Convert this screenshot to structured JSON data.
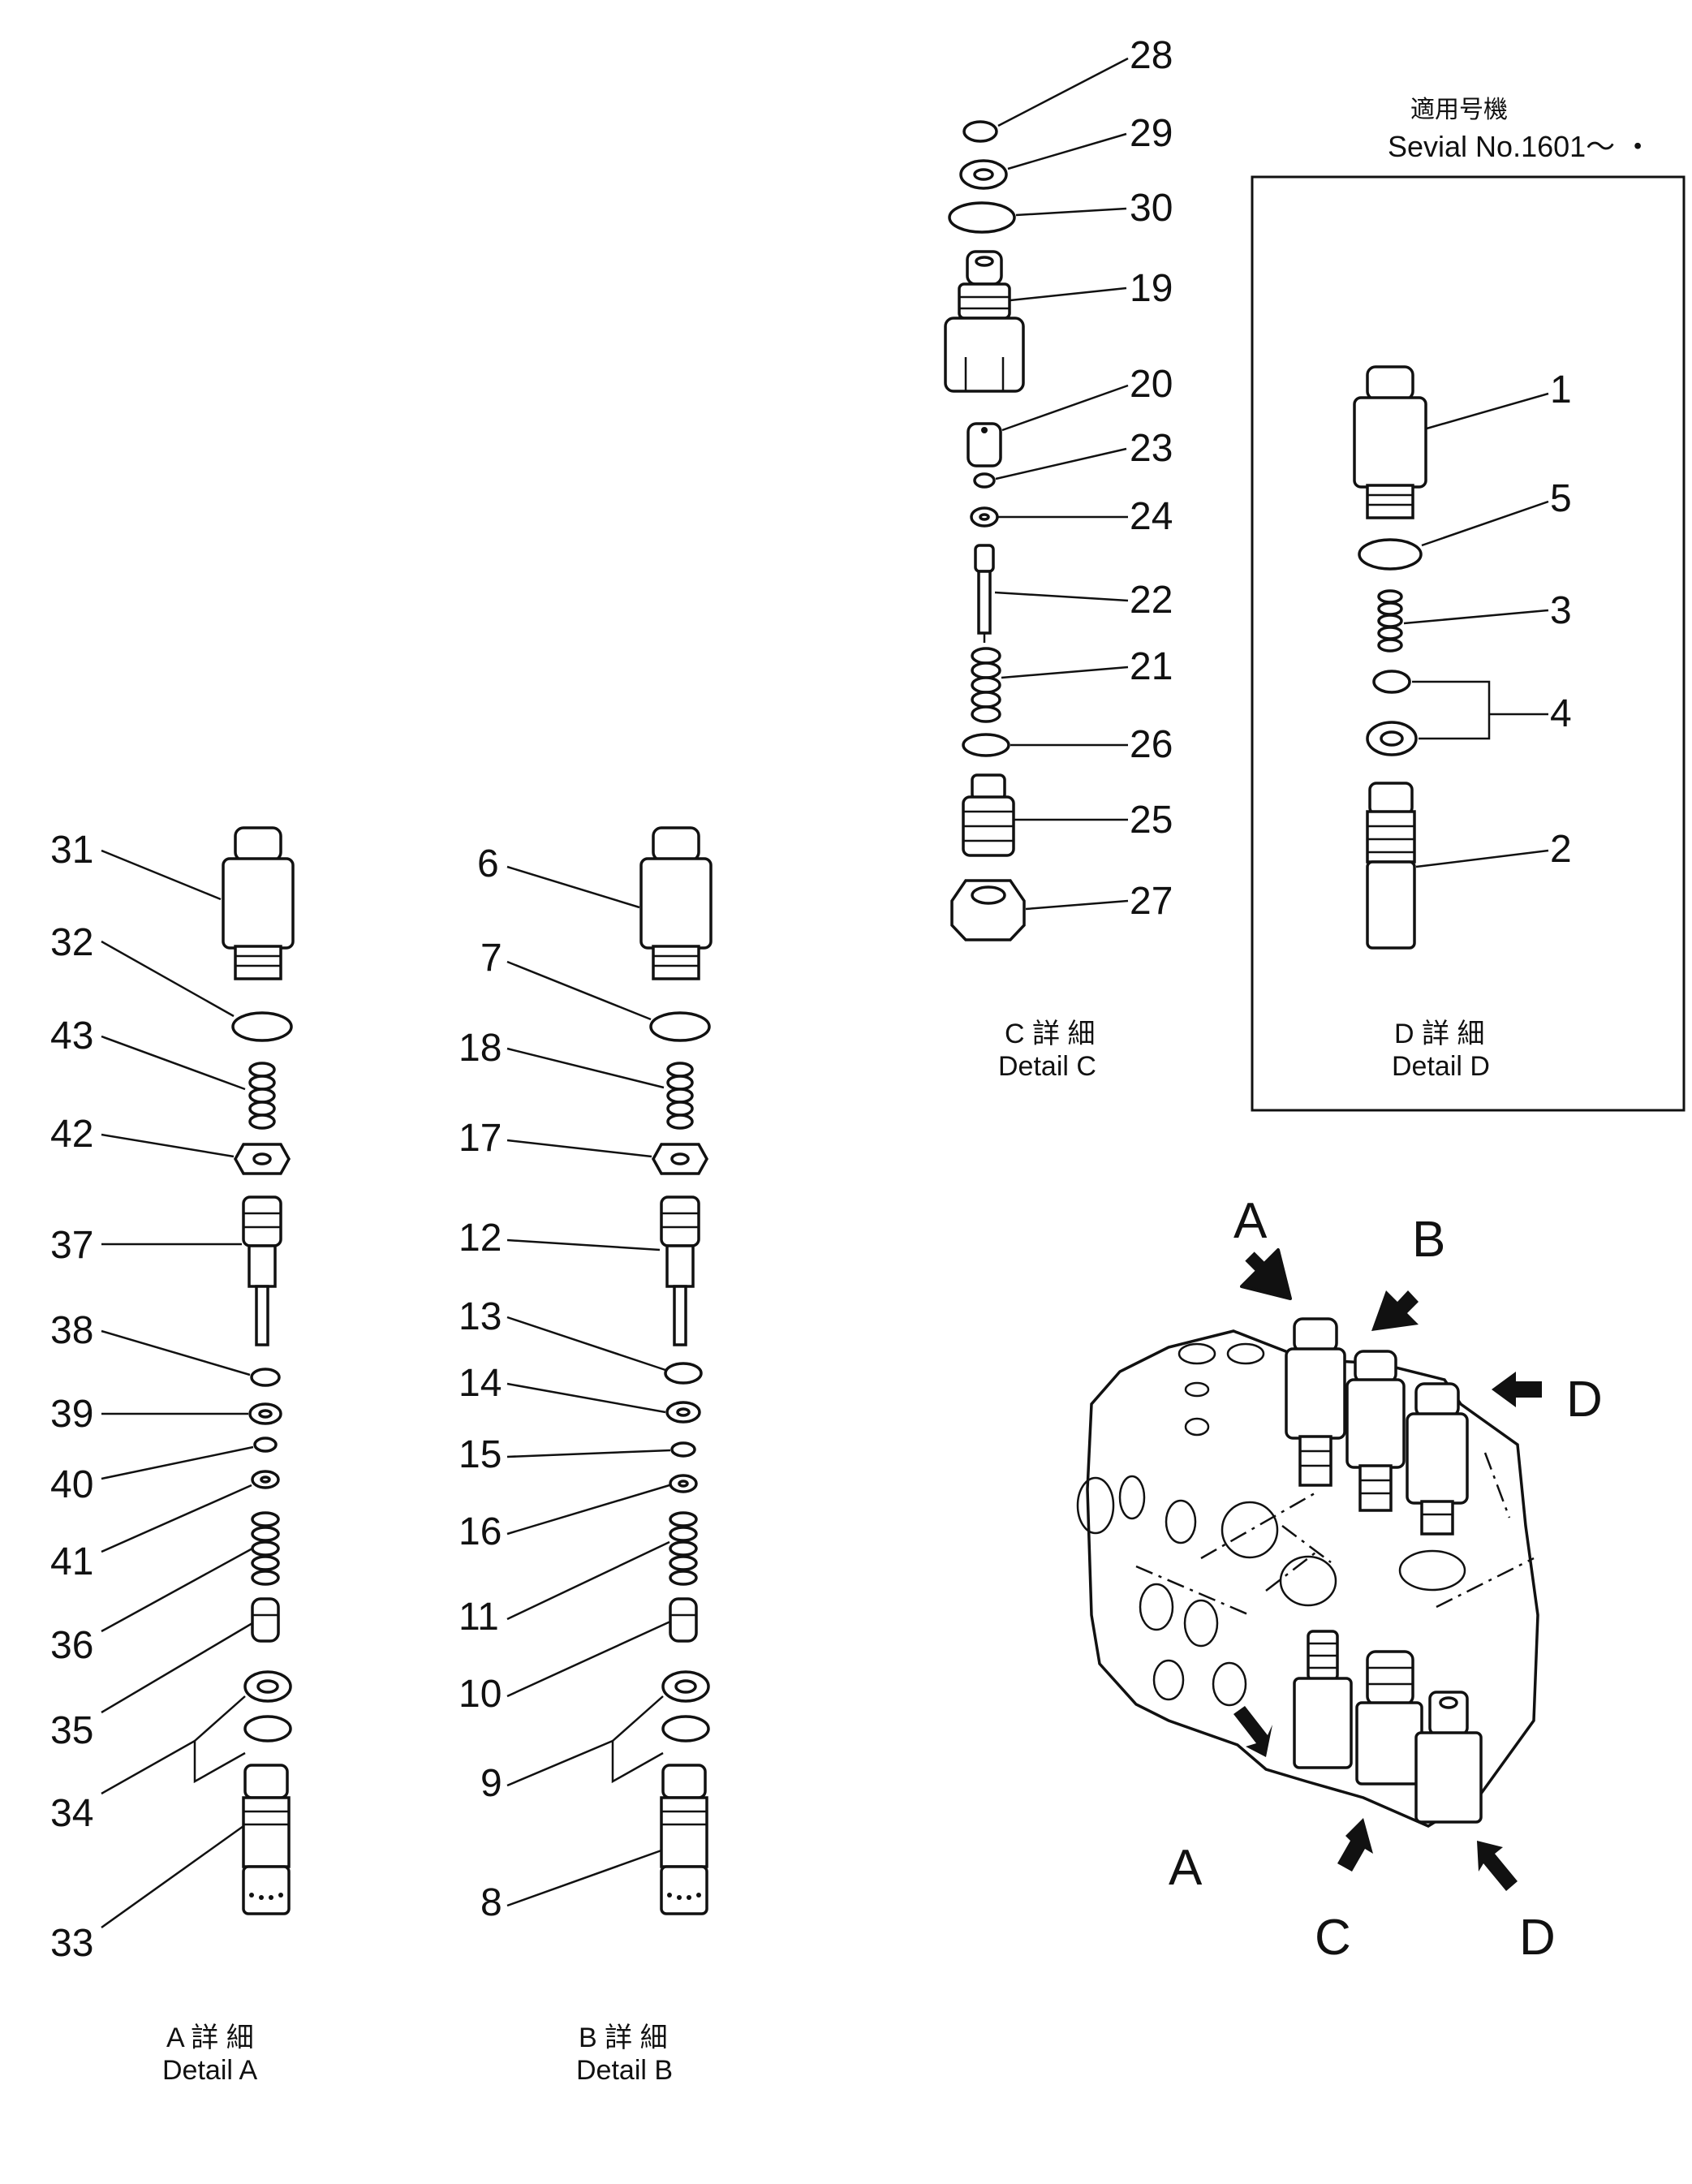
{
  "labels_a": [
    "31",
    "32",
    "43",
    "42",
    "37",
    "38",
    "39",
    "40",
    "41",
    "36",
    "35",
    "34",
    "33"
  ],
  "labels_b": [
    "6",
    "7",
    "18",
    "17",
    "12",
    "13",
    "14",
    "15",
    "16",
    "11",
    "10",
    "9",
    "8"
  ],
  "labels_c": [
    "28",
    "29",
    "30",
    "19",
    "20",
    "23",
    "24",
    "22",
    "21",
    "26",
    "25",
    "27"
  ],
  "labels_d": [
    "1",
    "5",
    "3",
    "4",
    "2"
  ],
  "captions": {
    "a_jp": "A 詳 細",
    "a_en": "Detail A",
    "b_jp": "B 詳 細",
    "b_en": "Detail B",
    "c_jp": "C 詳 細",
    "c_en": "Detail C",
    "d_jp": "D 詳 細",
    "d_en": "Detail D"
  },
  "serial": {
    "jp": "適用号機",
    "en": "Sevial No.1601～ ・"
  },
  "assembly_arrows": [
    "A",
    "B",
    "D",
    "A",
    "C",
    "D"
  ]
}
